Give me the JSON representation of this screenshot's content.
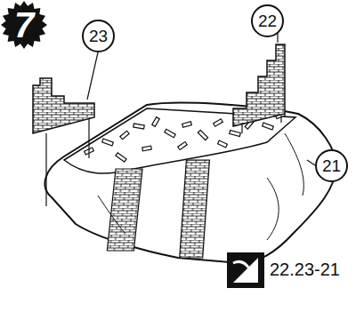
{
  "diagram": {
    "nodes": [
      {
        "text": [
          "7"
        ]
      },
      {
        "text": [
          "23"
        ]
      },
      {
        "text": [
          "22"
        ]
      },
      {
        "text": [
          "21"
        ]
      }
    ],
    "labels": [
      "22.23-21"
    ]
  }
}
